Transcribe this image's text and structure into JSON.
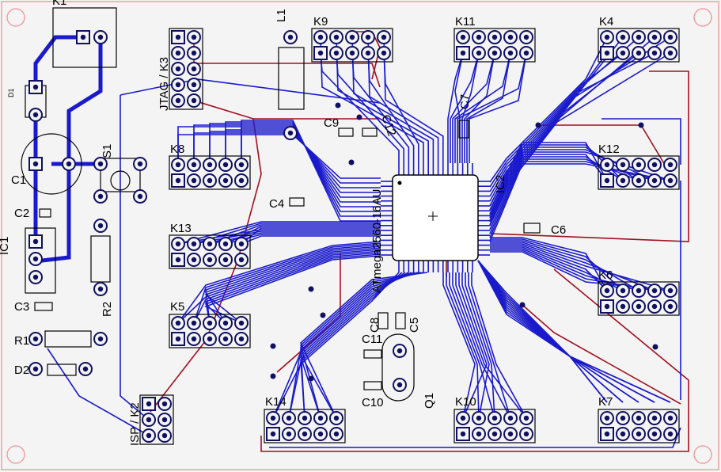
{
  "colors": {
    "background": "#f4f4f4",
    "outline": "#f0a0a0",
    "bottom_copper": "#1a1acc",
    "top_copper": "#a01020",
    "pad": "#101060",
    "via": "#8a1a9a",
    "silk": "#000000"
  },
  "labels": {
    "k9": "K9",
    "k11": "K11",
    "k4": "K4",
    "k8": "K8",
    "k12": "K12",
    "k13": "K13",
    "k6": "K6",
    "k5": "K5",
    "k14": "K14",
    "k10": "K10",
    "k7": "K7",
    "jtag": "JTAG / K3",
    "isp": "ISP / K2",
    "k1": "K1",
    "l1": "L1",
    "c1": "C1",
    "c2": "C2",
    "c3": "C3",
    "c4": "C4",
    "c5": "C5",
    "c6": "C6",
    "c7": "C7",
    "c8": "C8",
    "c9": "C9",
    "c10": "C10",
    "c11": "C11",
    "c12": "C12",
    "d1": "D1",
    "d2": "D2",
    "r1": "R1",
    "r2": "R2",
    "s1": "S1",
    "ic1": "IC1",
    "ic2": "IC2",
    "q1": "Q1",
    "chip": "ATmega2560-16AU"
  }
}
